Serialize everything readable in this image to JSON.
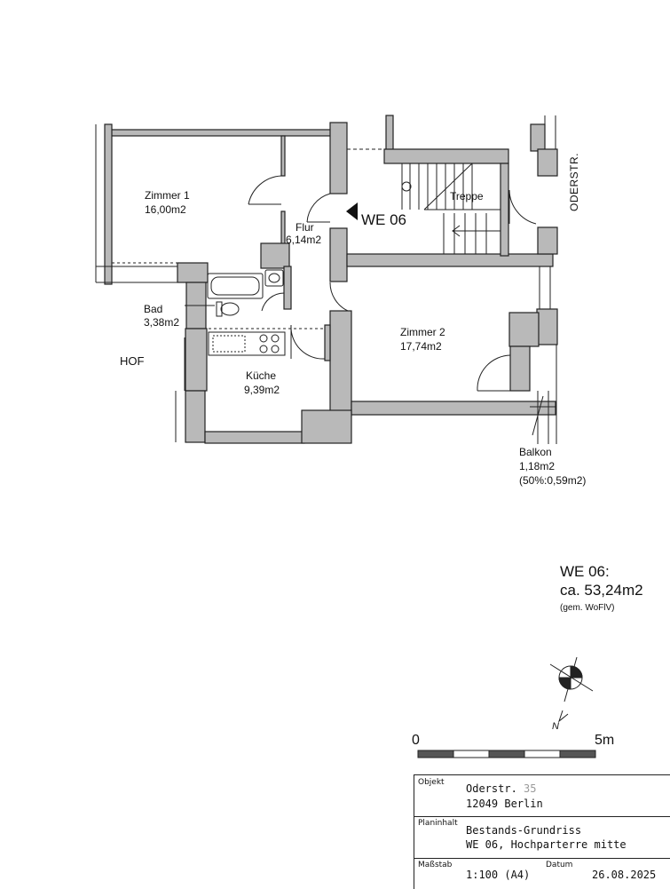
{
  "rooms": {
    "zimmer1": {
      "name": "Zimmer 1",
      "area": "16,00m2"
    },
    "flur": {
      "name": "Flur",
      "area": "6,14m2"
    },
    "bad": {
      "name": "Bad",
      "area": "3,38m2"
    },
    "kueche": {
      "name": "Küche",
      "area": "9,39m2"
    },
    "zimmer2": {
      "name": "Zimmer 2",
      "area": "17,74m2"
    },
    "treppe": {
      "name": "Treppe"
    },
    "balkon": {
      "name": "Balkon",
      "area": "1,18m2",
      "note": "(50%:0,59m2)"
    }
  },
  "unit_marker": "WE 06",
  "labels": {
    "hof": "HOF",
    "street": "ODERSTR."
  },
  "summary": {
    "unit": "WE 06:",
    "area": "ca. 53,24m2",
    "basis": "(gem. WoFlV)"
  },
  "north_label": "N",
  "scale_bar": {
    "start": "0",
    "end": "5m"
  },
  "title_block": {
    "objekt_label": "Objekt",
    "objekt_street": "Oderstr.",
    "objekt_number": "35",
    "objekt_city": "12049 Berlin",
    "planinhalt_label": "Planinhalt",
    "planinhalt_line1": "Bestands-Grundriss",
    "planinhalt_line2": "WE 06, Hochparterre mitte",
    "massstab_label": "Maßstab",
    "massstab_value": "1:100 (A4)",
    "datum_label": "Datum",
    "datum_value": "26.08.2025"
  }
}
